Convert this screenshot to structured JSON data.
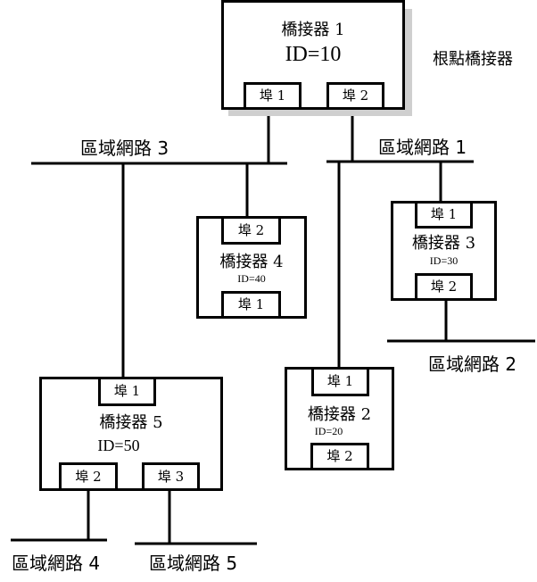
{
  "root_label": "根點橋接器",
  "bridges": [
    {
      "name": "橋接器 1",
      "id": "ID=10",
      "ports": [
        "埠 1",
        "埠 2"
      ]
    },
    {
      "name": "橋接器 2",
      "id": "ID=20",
      "ports": [
        "埠 1",
        "埠 2"
      ]
    },
    {
      "name": "橋接器 3",
      "id": "ID=30",
      "ports": [
        "埠 1",
        "埠 2"
      ]
    },
    {
      "name": "橋接器 4",
      "id": "ID=40",
      "ports": [
        "埠 2",
        "埠 1"
      ]
    },
    {
      "name": "橋接器 5",
      "id": "ID=50",
      "ports": [
        "埠 1",
        "埠 2",
        "埠 3"
      ]
    }
  ],
  "lans": [
    "區域網路 1",
    "區域網路 2",
    "區域網路 3",
    "區域網路 4",
    "區域網路 5"
  ],
  "colors": {
    "line": "#000000",
    "shadow": "#cfcfcf",
    "background": "#ffffff"
  }
}
